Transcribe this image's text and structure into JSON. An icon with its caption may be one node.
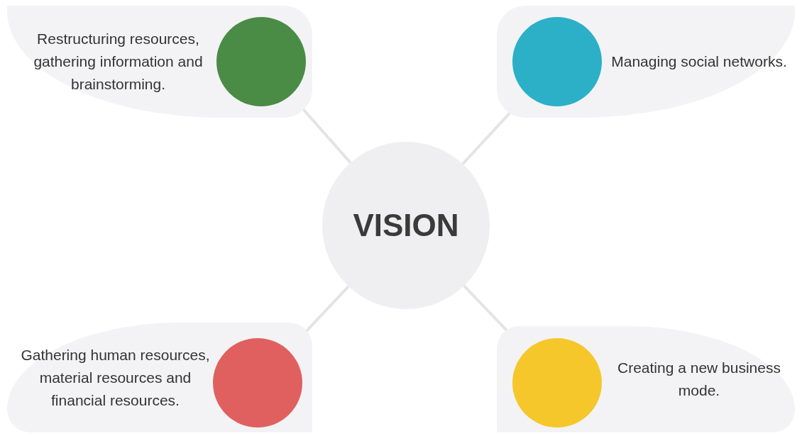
{
  "diagram": {
    "nodes": [
      {
        "text": [
          "Restructuring resources, gathering information and brainstorming."
        ]
      },
      {
        "text": [],
        "shape": "circle",
        "in": 0
      },
      {
        "text": [
          "Managing social networks."
        ]
      },
      {
        "text": [],
        "shape": "circle",
        "in": 2
      },
      {
        "text": [
          "VISION"
        ]
      },
      {
        "text": [
          "Gathering human resources, material resources and financial resources."
        ]
      },
      {
        "text": [],
        "shape": "circle",
        "in": 5
      },
      {
        "text": [
          "Creating a new business mode."
        ]
      },
      {
        "text": [],
        "shape": "circle",
        "in": 7
      }
    ],
    "edges": [
      {
        "from": 4,
        "to": 1,
        "arrow": "none"
      },
      {
        "from": 4,
        "to": 3,
        "arrow": "none"
      },
      {
        "from": 4,
        "to": 6,
        "arrow": "none"
      },
      {
        "from": 4,
        "to": 8,
        "arrow": "none"
      }
    ]
  }
}
